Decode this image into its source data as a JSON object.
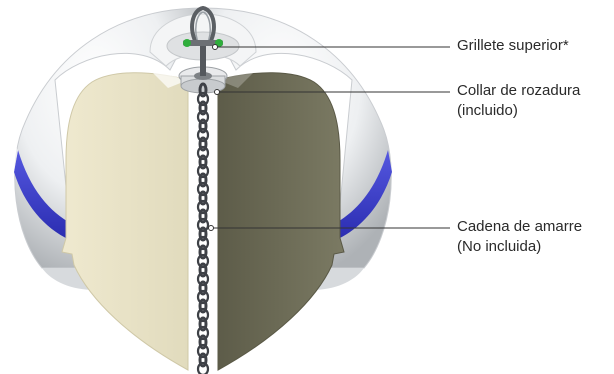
{
  "diagram": {
    "subject": "mooring buoy cutaway",
    "labels": [
      {
        "id": "top-shackle",
        "lines": [
          "Grillete superior*"
        ]
      },
      {
        "id": "chafe-collar",
        "lines": [
          "Collar de rozadura",
          "(incluido)"
        ]
      },
      {
        "id": "mooring-chain",
        "lines": [
          "Cadena de amarre",
          "(No incluida)"
        ]
      }
    ],
    "colors": {
      "shell": "#f2f3f4",
      "shell_shadow": "#b9bcbf",
      "stripe": "#3b3fcf",
      "foam_left": "#e9e4c8",
      "foam_right": "#6f6e58",
      "chain": "#3e4147",
      "shackle_pin": "#2fae3c",
      "leader": "#333333"
    }
  }
}
